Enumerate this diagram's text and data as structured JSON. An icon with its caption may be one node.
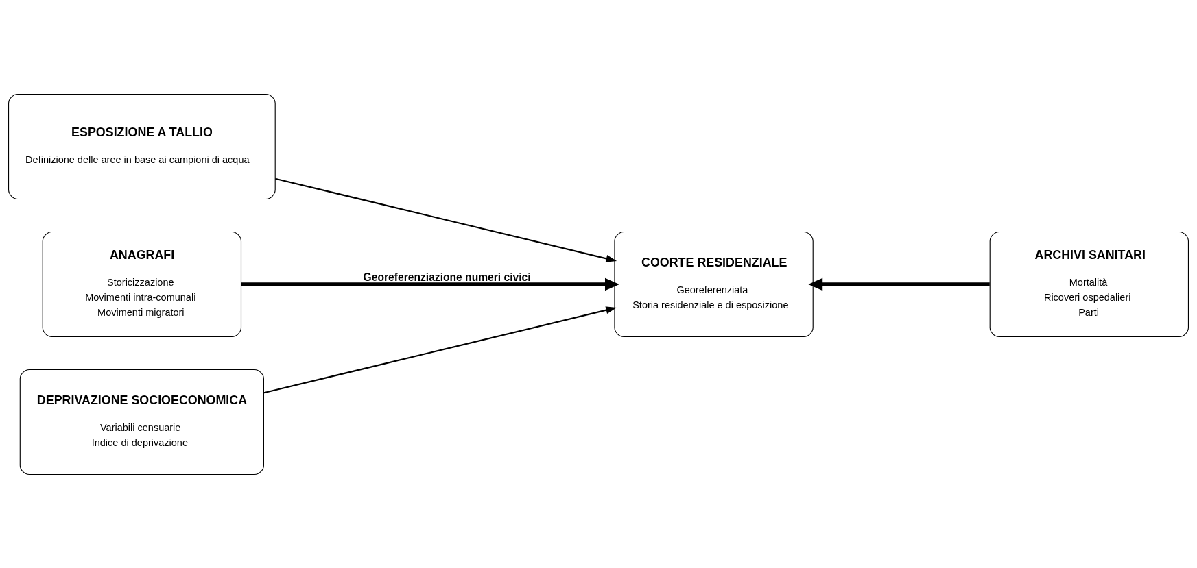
{
  "diagram": {
    "nodes": [
      {
        "text": [
          "ESPOSIZIONE A TALLIO",
          "Definizione delle aree in base ai campioni di acqua"
        ]
      },
      {
        "text": [
          "ANAGRAFI",
          "Storicizzazione",
          "Movimenti intra-comunali",
          "Movimenti migratori"
        ]
      },
      {
        "text": [
          "DEPRIVAZIONE SOCIOECONOMICA",
          "Variabili censuarie",
          "Indice di deprivazione"
        ]
      },
      {
        "text": [
          "COORTE RESIDENZIALE",
          "Georeferenziata",
          "Storia residenziale e di esposizione"
        ]
      },
      {
        "text": [
          "ARCHIVI SANITARI",
          "Mortalità",
          "Ricoveri ospedalieri",
          "Parti"
        ]
      }
    ],
    "edges": [
      {
        "from": 0,
        "to": 3,
        "arrow": "to"
      },
      {
        "from": 1,
        "to": 3,
        "arrow": "to",
        "style": "thick",
        "label": "Georeferenziazione numeri civici"
      },
      {
        "from": 2,
        "to": 3,
        "arrow": "to"
      },
      {
        "from": 4,
        "to": 3,
        "arrow": "to",
        "style": "thick"
      }
    ]
  }
}
